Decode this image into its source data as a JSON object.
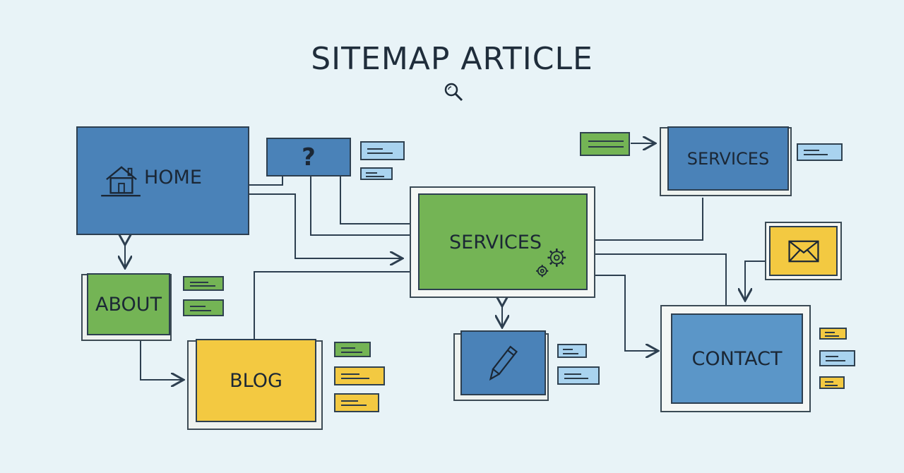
{
  "title": "SITEMAP ARTICLE",
  "nodes": {
    "home": "HOME",
    "help": "?",
    "about": "ABOUT",
    "blog": "BLOG",
    "services_main": "SERVICES",
    "services_top": "SERVICES",
    "contact": "CONTACT"
  },
  "icons": [
    "search-icon",
    "house-icon",
    "gear-icon",
    "envelope-icon",
    "pen-icon"
  ],
  "colors": {
    "background": "#e8f3f7",
    "blue": "#4a82b8",
    "green": "#74b455",
    "yellow": "#f3c941",
    "outline": "#2d3f50"
  }
}
